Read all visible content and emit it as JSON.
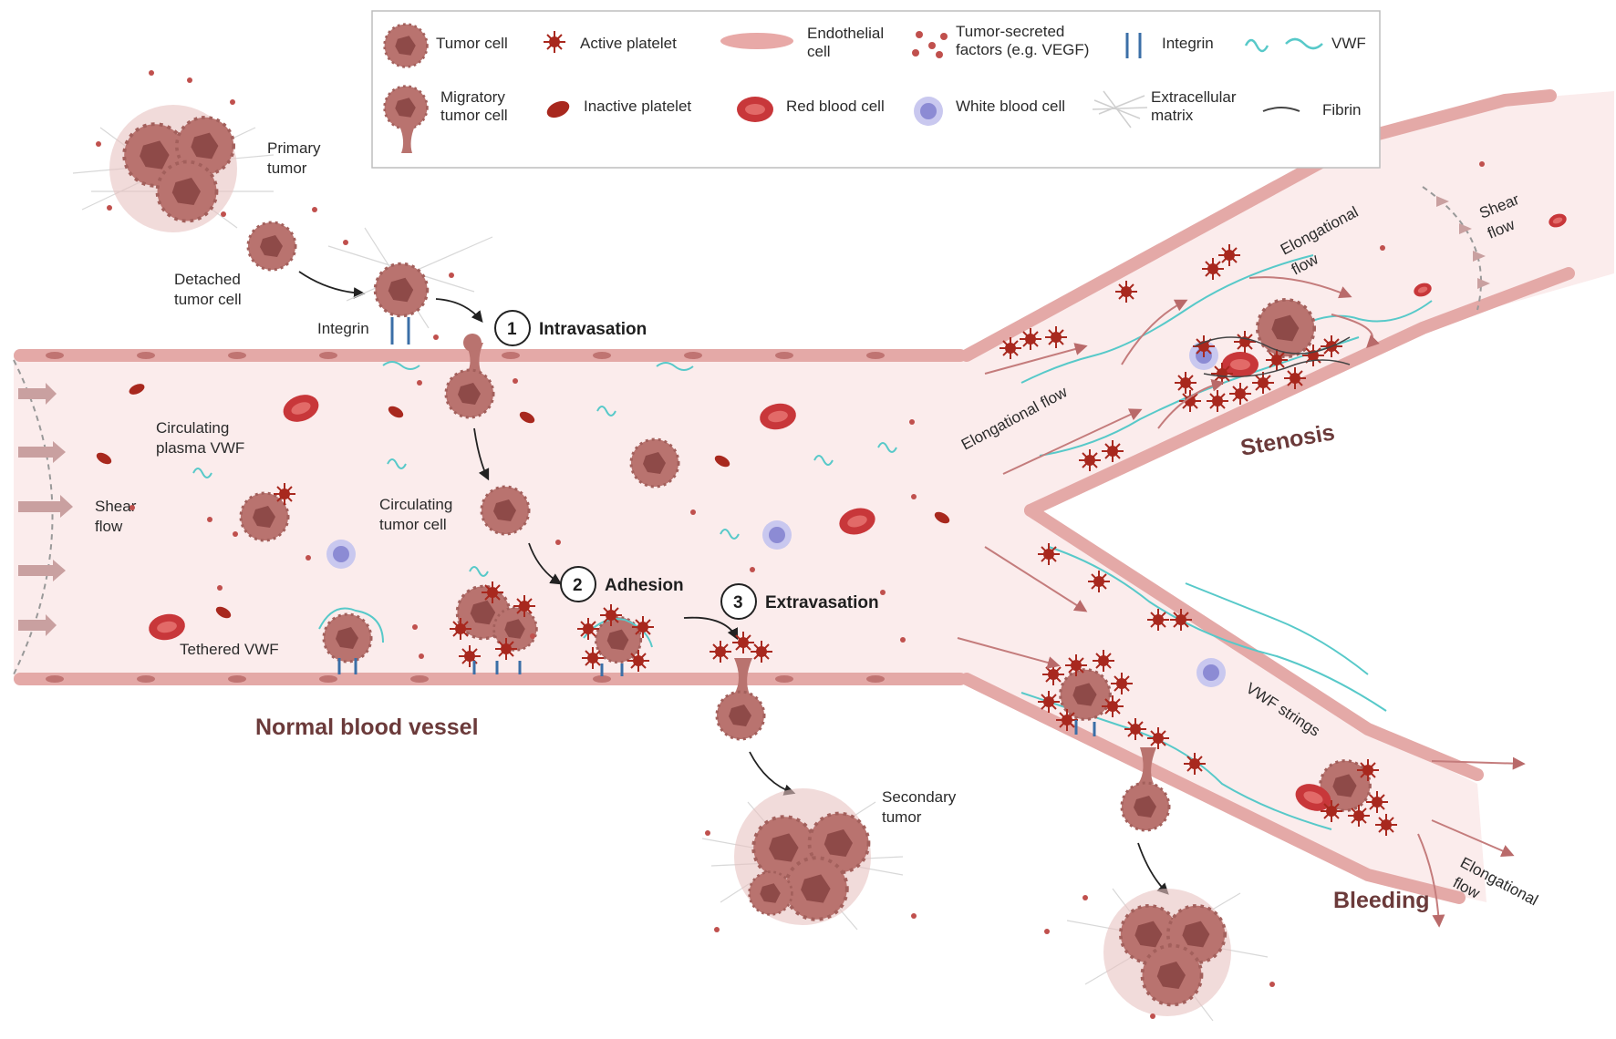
{
  "legend": {
    "tumor_cell": "Tumor cell",
    "active_platelet": "Active platelet",
    "endothelial_1": "Endothelial",
    "endothelial_2": "cell",
    "factors_1": "Tumor-secreted",
    "factors_2": "factors (e.g. VEGF)",
    "integrin": "Integrin",
    "vwf": "VWF",
    "migratory_1": "Migratory",
    "migratory_2": "tumor cell",
    "inactive_platelet": "Inactive platelet",
    "red_blood_cell": "Red blood cell",
    "white_blood_cell": "White blood cell",
    "ecm_1": "Extracellular",
    "ecm_2": "matrix",
    "fibrin": "Fibrin"
  },
  "labels": {
    "primary_tumor_1": "Primary",
    "primary_tumor_2": "tumor",
    "detached_1": "Detached",
    "detached_2": "tumor cell",
    "integrin": "Integrin",
    "circ_vwf_1": "Circulating",
    "circ_vwf_2": "plasma VWF",
    "shear_left_1": "Shear",
    "shear_left_2": "flow",
    "circ_tumor_1": "Circulating",
    "circ_tumor_2": "tumor cell",
    "tethered_vwf": "Tethered VWF",
    "normal_vessel": "Normal blood vessel",
    "secondary_1": "Secondary",
    "secondary_2": "tumor",
    "elong_upper": "Elongational flow",
    "elong_top_1": "Elongational",
    "elong_top_2": "flow",
    "shear_right_1": "Shear",
    "shear_right_2": "flow",
    "stenosis": "Stenosis",
    "vwf_strings": "VWF strings",
    "bleeding": "Bleeding",
    "elong_bottom_1": "Elongational",
    "elong_bottom_2": "flow"
  },
  "steps": [
    {
      "number": "1",
      "label": "Intravasation"
    },
    {
      "number": "2",
      "label": "Adhesion"
    },
    {
      "number": "3",
      "label": "Extravasation"
    }
  ],
  "colors": {
    "vessel_lumen": "#fbecec",
    "vessel_wall": "#d99a9a",
    "tumor_cell": "#b9736f",
    "tumor_nucleus": "#8e4a48",
    "active_platelet": "#a8281e",
    "red_blood_cell": "#c8373a",
    "white_blood_cell": "#a9a8de",
    "vwf": "#57c9c9",
    "integrin": "#3b6fa7",
    "arrow_flow": "#c47c7c"
  }
}
